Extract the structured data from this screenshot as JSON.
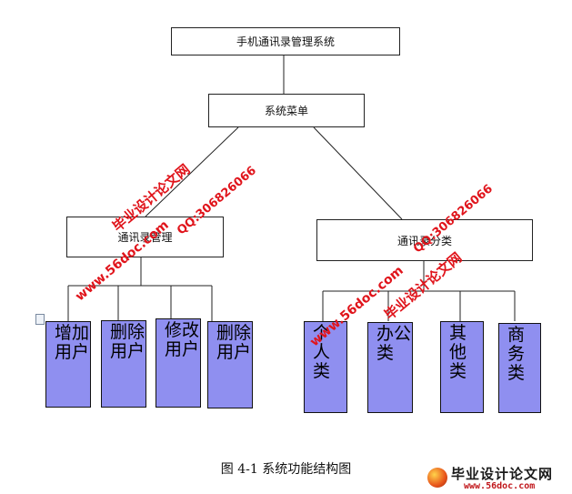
{
  "diagram": {
    "root": "手机通讯录管理系统",
    "menu": "系统菜单",
    "branches": [
      {
        "label": "通讯录管理",
        "children": [
          "增加用户",
          "删除用户",
          "修改用户",
          "删除用户"
        ]
      },
      {
        "label": "通讯录分类",
        "children": [
          "个人类",
          "办公类",
          "其他类",
          "商务类"
        ]
      }
    ],
    "caption": "图 4-1  系统功能结构图"
  },
  "watermarks": {
    "site_name": "毕业设计论文网",
    "site_url": "www.56doc.com",
    "qq": "QQ:306826066"
  },
  "logo": {
    "name": "毕业设计论文网",
    "url": "www.56doc.com"
  },
  "colors": {
    "leaf_fill": "#8f8ff0",
    "watermark": "#e0141b",
    "line": "#222222"
  }
}
